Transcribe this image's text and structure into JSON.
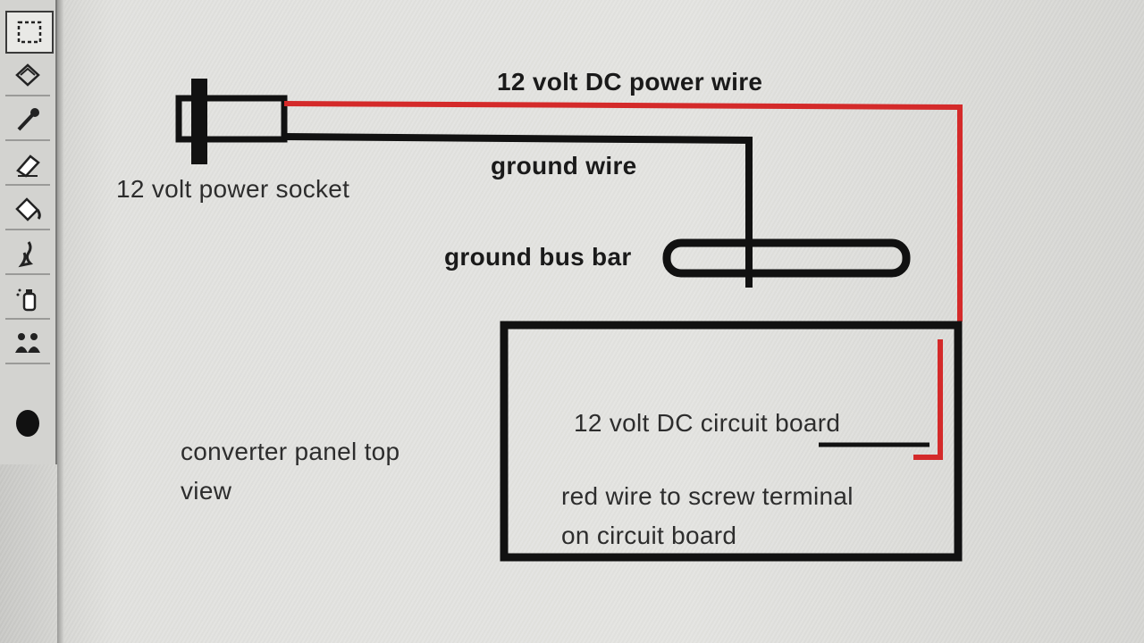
{
  "toolbar": {
    "tools": [
      {
        "icon": "marquee-select-icon"
      },
      {
        "icon": "lasso-icon"
      },
      {
        "icon": "eyedropper-icon"
      },
      {
        "icon": "eraser-icon"
      },
      {
        "icon": "paint-bucket-icon"
      },
      {
        "icon": "brush-icon"
      },
      {
        "icon": "spray-can-icon"
      },
      {
        "icon": "stamp-icon"
      },
      {
        "icon": "color-swatch-icon"
      }
    ]
  },
  "colors": {
    "wire_red": "#d42a2a",
    "wire_black": "#111111"
  },
  "labels": {
    "power_wire": "12 volt DC power wire",
    "ground_wire": "ground wire",
    "power_socket": "12 volt power socket",
    "ground_bus_bar": "ground bus bar",
    "circuit_board": "12 volt DC circuit board",
    "red_wire_line1": "red wire to screw terminal",
    "red_wire_line2": "on circuit board",
    "converter_line1": "converter panel top",
    "converter_line2": "view"
  }
}
